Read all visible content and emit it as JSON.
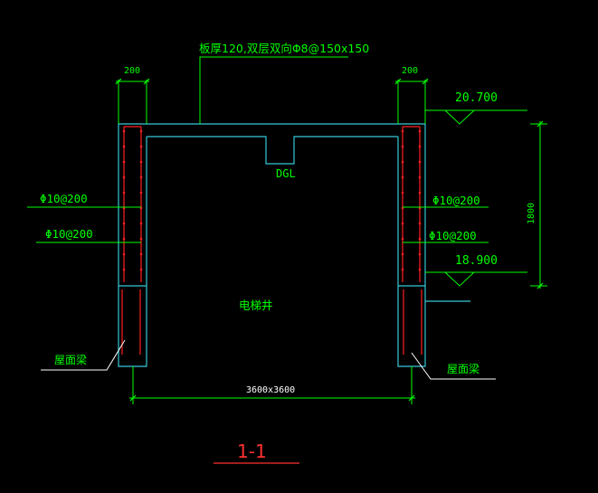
{
  "slab_note": "板厚120,双层双向Φ8@150x150",
  "wall_width_left": "200",
  "wall_width_right": "200",
  "elev_top": "20.700",
  "elev_bottom": "18.900",
  "height_dim": "1800",
  "beam_label": "DGL",
  "rebar_left_1": "Φ10@200",
  "rebar_left_2": "Φ10@200",
  "rebar_right_1": "Φ10@200",
  "rebar_right_2": "Φ10@200",
  "shaft_label": "电梯井",
  "roof_beam_left": "屋面梁",
  "roof_beam_right": "屋面梁",
  "plan_dim": "3600x3600",
  "section_title": "1-1",
  "colors": {
    "background": "#000000",
    "concrete_line": "#36c8d8",
    "text": "#00ff00",
    "dim_line": "#00ff00",
    "rebar": "#ff2020",
    "leader": "#ffffff",
    "title_underline": "#ff3030"
  }
}
